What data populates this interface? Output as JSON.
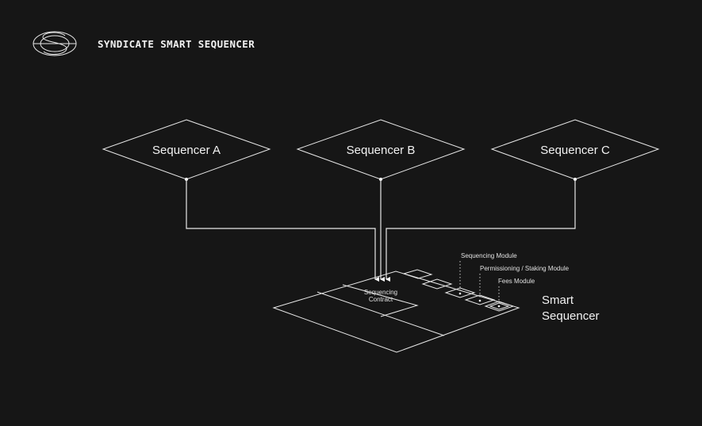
{
  "header": {
    "brand_name": "SYNDICATE SMART SEQUENCER",
    "logo_icon": "syndicate-logo-icon"
  },
  "diagram": {
    "sequencers": [
      {
        "label": "Sequencer A"
      },
      {
        "label": "Sequencer B"
      },
      {
        "label": "Sequencer C"
      }
    ],
    "platform": {
      "contract_label_line1": "Sequencing",
      "contract_label_line2": "Contract",
      "title_line1": "Smart",
      "title_line2": "Sequencer"
    },
    "modules": [
      {
        "label": "Sequencing Module"
      },
      {
        "label": "Permissioning / Staking Module"
      },
      {
        "label": "Fees Module"
      }
    ]
  },
  "colors": {
    "background": "#161616",
    "foreground": "#e8e8e8"
  }
}
